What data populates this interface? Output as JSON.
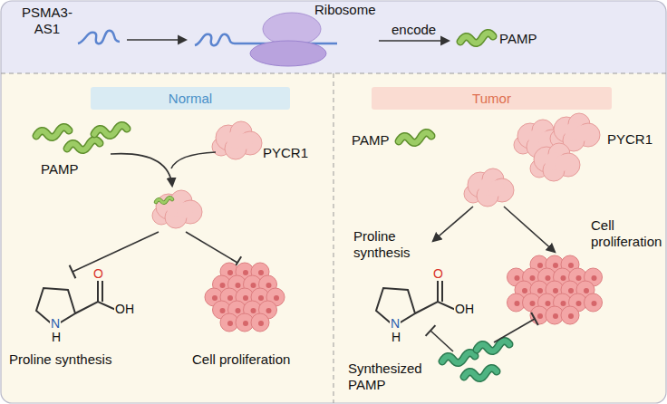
{
  "diagram": {
    "nodes": [
      {
        "text": [
          "Normal"
        ]
      },
      {
        "text": [
          "Tumor"
        ]
      }
    ],
    "labels": [
      "PSMA3- AS1",
      "Ribosome",
      "encode",
      "PAMP",
      "PAMP",
      "PYCR1",
      "Proline synthesis",
      "Cell proliferation",
      "O",
      "OH",
      "N",
      "H",
      "PAMP",
      "PYCR1",
      "Proline synthesis",
      "Cell proliferation",
      "Synthesized PAMP",
      "O",
      "OH",
      "N",
      "H"
    ]
  }
}
